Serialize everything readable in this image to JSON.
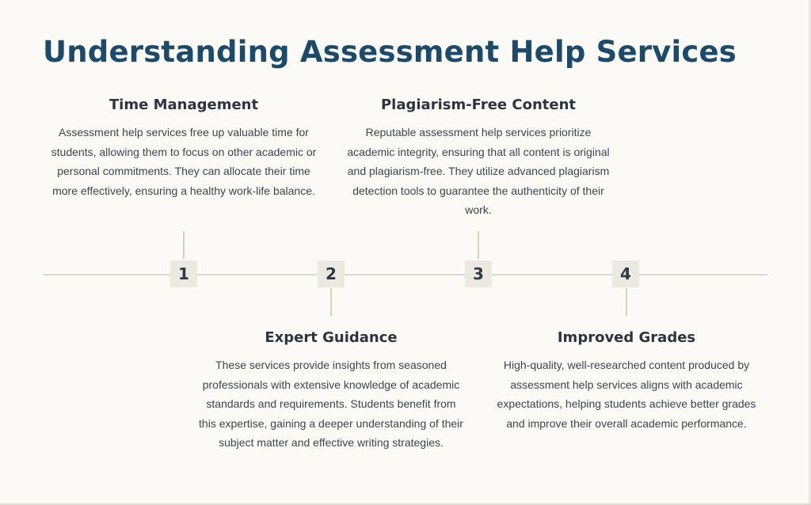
{
  "title": "Understanding Assessment Help Services",
  "steps": [
    {
      "number": "1",
      "heading": "Time Management",
      "text": "Assessment help services free up valuable time for students, allowing them to focus on other academic or personal commitments. They can allocate their time more effectively, ensuring a healthy work-life balance."
    },
    {
      "number": "2",
      "heading": "Expert Guidance",
      "text": "These services provide insights from seasoned professionals with extensive knowledge of academic standards and requirements. Students benefit from this expertise, gaining a deeper understanding of their subject matter and effective writing strategies."
    },
    {
      "number": "3",
      "heading": "Plagiarism-Free Content",
      "text": "Reputable assessment help services prioritize academic integrity, ensuring that all content is original and plagiarism-free. They utilize advanced plagiarism detection tools to guarantee the authenticity of their work."
    },
    {
      "number": "4",
      "heading": "Improved Grades",
      "text": "High-quality, well-researched content produced by assessment help services aligns with academic expectations, helping students achieve better grades and improve their overall academic performance."
    }
  ],
  "colors": {
    "background": "#fcfaf4",
    "title": "#1c4a6b",
    "heading": "#2b3540",
    "body": "#3a4550",
    "marker": "#ece9e0",
    "line": "#dcd9d0"
  }
}
